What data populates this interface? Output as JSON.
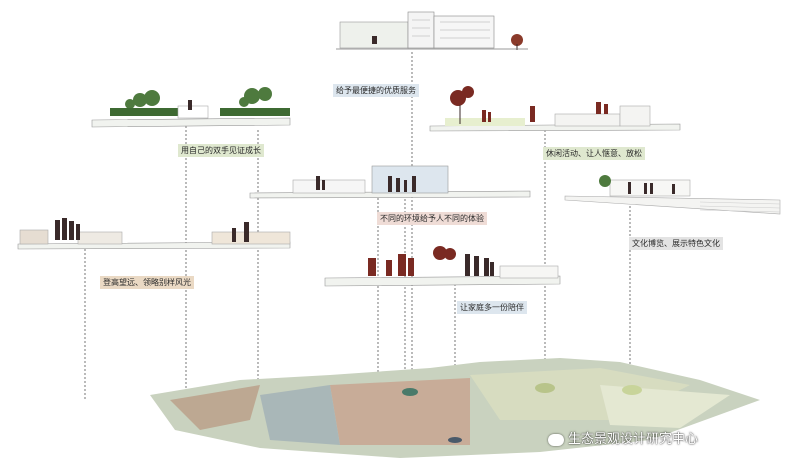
{
  "labels": {
    "service": "给予最便捷的优质服务",
    "own_hands": "用自己的双手见证成长",
    "relax": "休闲活动、让人惬意、放松",
    "diff_env": "不同的环境给予人不同的体验",
    "culture": "文化博览、展示特色文化",
    "view": "登高望远、领略别样风光",
    "family": "让家庭多一份陪伴"
  },
  "colors": {
    "label_bg_blue": "#dde6ee",
    "label_bg_green": "#dfe8cf",
    "label_bg_tan": "#ead9c4",
    "label_bg_grey": "#e3e3e3",
    "label_bg_pink": "#efdcd6",
    "silhouette": "#3a2a2a",
    "maroon": "#7a2a22",
    "tree_green": "#4e7a3e"
  },
  "watermark": {
    "text": "生态景观设计研究中心",
    "icon": "wechat-icon"
  }
}
